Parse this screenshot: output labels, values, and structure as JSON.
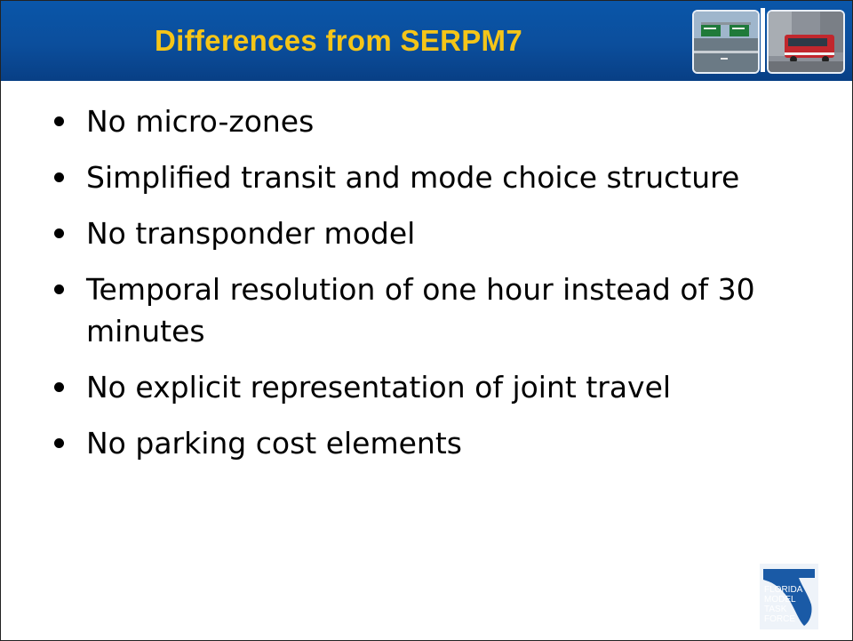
{
  "slide": {
    "title": "Differences from SERPM7",
    "bullets": [
      "No micro-zones",
      "Simplified transit and mode choice structure",
      "No transponder model",
      "Temporal resolution of one hour instead of 30 minutes",
      "No explicit representation of joint travel",
      "No parking cost elements"
    ],
    "logo": {
      "line1": "FLORIDA",
      "line2": "MODEL",
      "line3": "TASK",
      "line4": "FORCE"
    }
  },
  "colors": {
    "header_blue": "#0b4e9c",
    "title_yellow": "#f5c518",
    "text": "#000000",
    "logo_blue": "#1a5aa6"
  },
  "icons": {
    "header_photo_left": "highway-sign-photo",
    "header_photo_right": "bus-photo",
    "logo": "florida-model-task-force-logo"
  }
}
